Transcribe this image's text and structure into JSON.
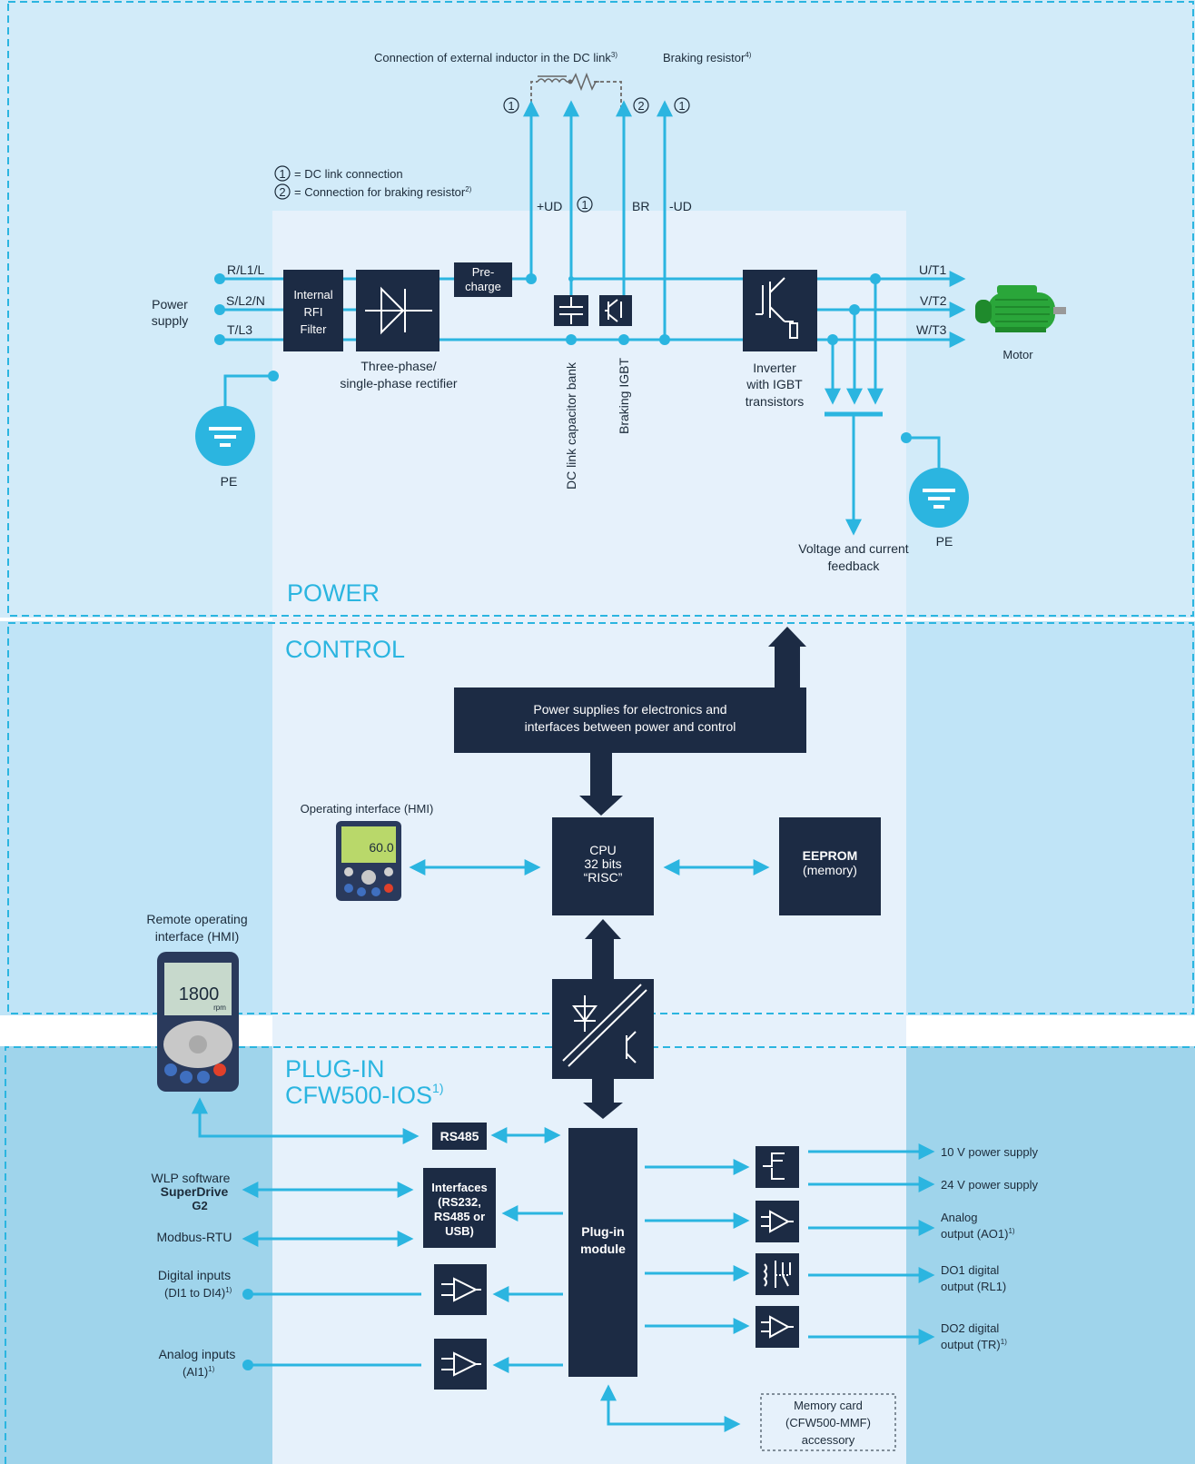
{
  "colors": {
    "accent": "#2bb5e0",
    "block": "#1c2b44",
    "power_bg": "#d2ebf9",
    "control_bg": "#c0e4f7",
    "plugin_bg": "#9fd4eb",
    "inner_panel": "#e6f1fb",
    "motor": "#2aa63a"
  },
  "power": {
    "title": "POWER",
    "dc_inductor_label": "Connection of external inductor in the DC link",
    "dc_inductor_ref": "3)",
    "braking_resistor_label": "Braking resistor",
    "braking_resistor_ref": "4)",
    "legend_1_symbol": "1",
    "legend_1": "= DC link connection",
    "legend_2_symbol": "2",
    "legend_2": "= Connection for braking resistor",
    "legend_2_ref": "2)",
    "plus_ud": "+UD",
    "minus_ud": "-UD",
    "br": "BR",
    "marker_1": "1",
    "marker_2": "2",
    "power_supply_l1": "Power",
    "power_supply_l2": "supply",
    "phase_r": "R/L1/L",
    "phase_s": "S/L2/N",
    "phase_t": "T/L3",
    "rfi_l1": "Internal",
    "rfi_l2": "RFI",
    "rfi_l3": "Filter",
    "rectifier_l1": "Three-phase/",
    "rectifier_l2": "single-phase rectifier",
    "precharge_l1": "Pre-",
    "precharge_l2": "charge",
    "capacitor_bank": "DC link capacitor bank",
    "braking_igbt": "Braking IGBT",
    "inverter_l1": "Inverter",
    "inverter_l2": "with IGBT",
    "inverter_l3": "transistors",
    "out_u": "U/T1",
    "out_v": "V/T2",
    "out_w": "W/T3",
    "motor": "Motor",
    "pe_left": "PE",
    "pe_right": "PE",
    "feedback_l1": "Voltage and current",
    "feedback_l2": "feedback"
  },
  "control": {
    "title": "CONTROL",
    "psu_l1": "Power supplies for electronics and",
    "psu_l2": "interfaces between power and control",
    "hmi_label": "Operating interface (HMI)",
    "hmi_display": "60.0",
    "cpu_l1": "CPU",
    "cpu_l2": "32 bits",
    "cpu_l3": "“RISC”",
    "eeprom_l1": "EEPROM",
    "eeprom_l2": "(memory)",
    "remote_hmi_l1": "Remote operating",
    "remote_hmi_l2": "interface (HMI)",
    "remote_display": "1800",
    "remote_unit": "rpm"
  },
  "plugin": {
    "title_l1": "PLUG-IN",
    "title_l2": "CFW500-IOS",
    "title_ref": "1)",
    "rs485": "RS485",
    "wlp_l1": "WLP software",
    "wlp_l2": "SuperDrive",
    "wlp_l3": "G2",
    "modbus": "Modbus-RTU",
    "interfaces_l1": "Interfaces",
    "interfaces_l2": "(RS232,",
    "interfaces_l3": "RS485 or",
    "interfaces_l4": "USB)",
    "digital_inputs_l1": "Digital inputs",
    "digital_inputs_l2": "(DI1 to DI4)",
    "digital_inputs_ref": "1)",
    "analog_inputs_l1": "Analog inputs",
    "analog_inputs_l2": "(AI1)",
    "analog_inputs_ref": "1)",
    "module_l1": "Plug-in",
    "module_l2": "module",
    "out_10v": "10 V power supply",
    "out_24v": "24 V power supply",
    "analog_out_l1": "Analog",
    "analog_out_l2": "output (AO1)",
    "analog_out_ref": "1)",
    "do1_l1": "DO1 digital",
    "do1_l2": "output (RL1)",
    "do2_l1": "DO2 digital",
    "do2_l2": "output (TR)",
    "do2_ref": "1)",
    "memory_l1": "Memory card",
    "memory_l2": "(CFW500-MMF)",
    "memory_l3": "accessory"
  }
}
